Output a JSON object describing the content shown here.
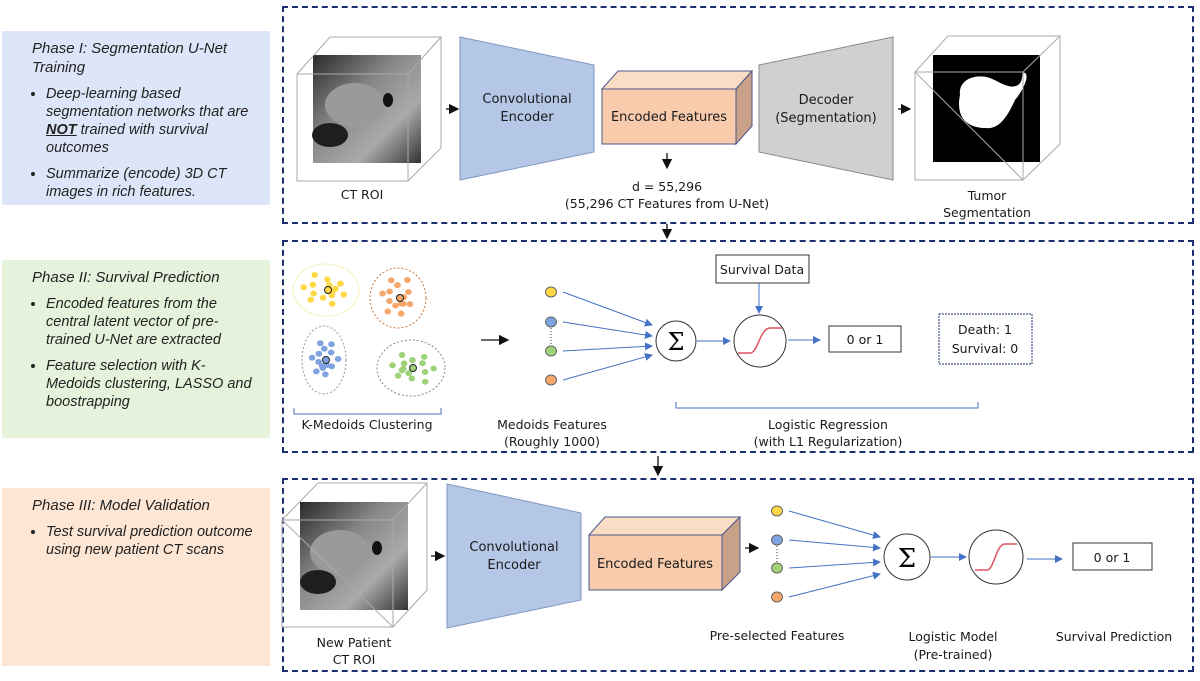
{
  "phases": [
    {
      "title": "Phase I: Segmentation U-Net Training",
      "bullets": [
        {
          "pre": "Deep-learning based segmentation networks that are ",
          "emph": "NOT",
          "post": " trained with survival outcomes"
        },
        {
          "pre": "Summarize (encode) 3D CT images in rich features.",
          "emph": "",
          "post": ""
        }
      ]
    },
    {
      "title": "Phase II: Survival Prediction",
      "bullets": [
        {
          "pre": "Encoded features from the central latent vector of pre-trained U-Net are extracted",
          "emph": "",
          "post": ""
        },
        {
          "pre": "Feature selection with K-Medoids clustering, LASSO and boostrapping",
          "emph": "",
          "post": ""
        }
      ]
    },
    {
      "title": "Phase III: Model Validation",
      "bullets": [
        {
          "pre": "Test survival prediction outcome using new patient CT scans",
          "emph": "",
          "post": ""
        }
      ]
    }
  ],
  "stage1": {
    "ct_label": "CT ROI",
    "encoder_line1": "Convolutional",
    "encoder_line2": "Encoder",
    "features_label": "Encoded Features",
    "dim_line1": "d = 55,296",
    "dim_line2": "(55,296 CT Features from U-Net)",
    "decoder_line1": "Decoder",
    "decoder_line2": "(Segmentation)",
    "seg_line1": "Tumor",
    "seg_line2": "Segmentation"
  },
  "stage2": {
    "cluster_label": "K-Medoids  Clustering",
    "medoids_line1": "Medoids Features",
    "medoids_line2": "(Roughly 1000)",
    "survival_data": "Survival Data",
    "sum_symbol": "Σ",
    "output": "0 or 1",
    "legend_line1": "Death: 1",
    "legend_line2": "Survival: 0",
    "lr_line1": "Logistic Regression",
    "lr_line2": "(with L1 Regularization)"
  },
  "stage3": {
    "ct_line1": "New Patient",
    "ct_line2": "CT ROI",
    "encoder_line1": "Convolutional",
    "encoder_line2": "Encoder",
    "features_label": "Encoded Features",
    "preselected": "Pre-selected Features",
    "sum_symbol": "Σ",
    "output": "0 or 1",
    "model_line1": "Logistic Model",
    "model_line2": "(Pre-trained)",
    "prediction": "Survival Prediction"
  },
  "colors": {
    "encoder": "#b4c7e7",
    "features": "#f8cbad",
    "decoder": "#d0d0d0",
    "frame": "#1c2f6e",
    "arrow": "#4472c4",
    "sigmoid": "#e05060",
    "yellow": "#ffd843",
    "orange": "#f4a66b",
    "blue": "#7fa3e0",
    "green": "#9fd178"
  }
}
